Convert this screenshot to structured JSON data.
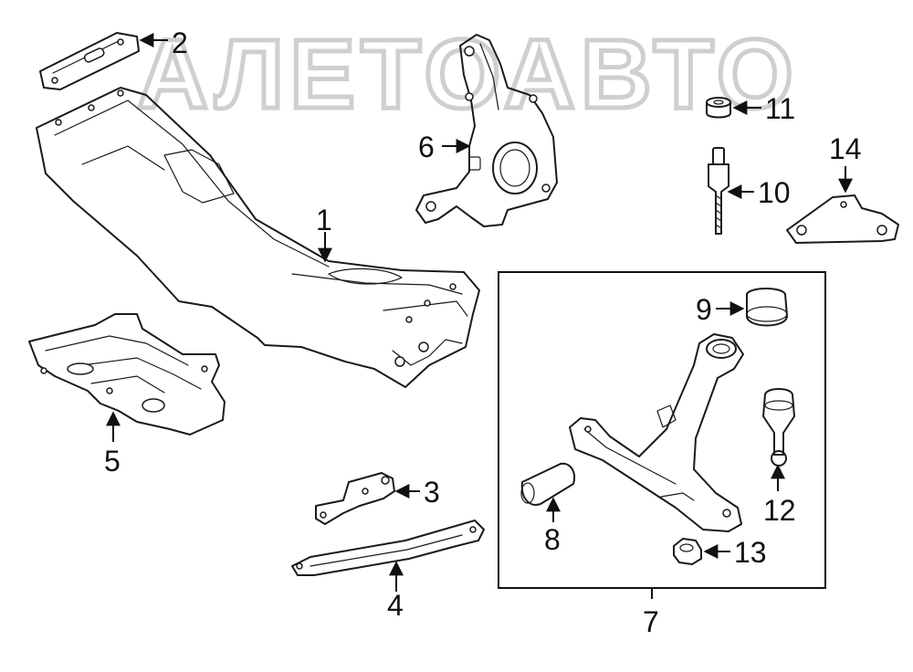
{
  "watermark": {
    "text": "АЛЕТОАВТО",
    "color": "#cfcfcf"
  },
  "group_box": {
    "label": "7"
  },
  "callouts": {
    "c1": "1",
    "c2": "2",
    "c3": "3",
    "c4": "4",
    "c5": "5",
    "c6": "6",
    "c7": "7",
    "c8": "8",
    "c9": "9",
    "c10": "10",
    "c11": "11",
    "c12": "12",
    "c13": "13",
    "c14": "14"
  },
  "colors": {
    "line": "#1a1a1a",
    "background": "#ffffff"
  }
}
